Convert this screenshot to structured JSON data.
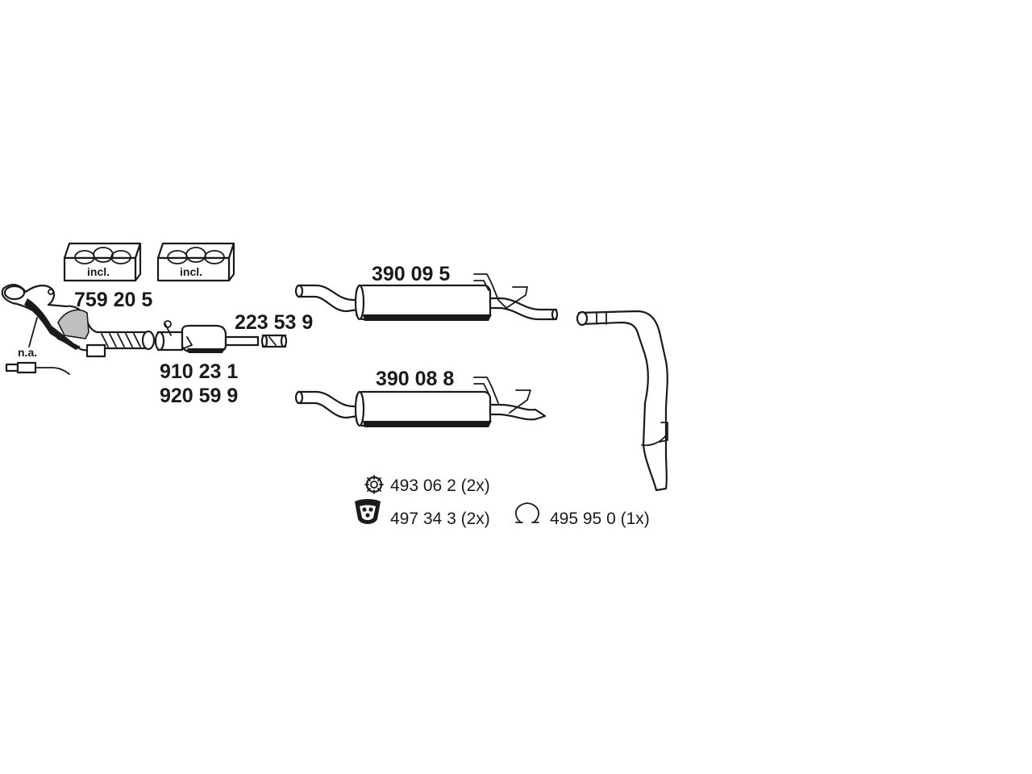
{
  "labels": {
    "catalytic_converter": "759 20 5",
    "not_available": "n.a.",
    "incl_box_1": "incl.",
    "incl_box_2": "incl.",
    "front_pipe_a": "910 23 1",
    "front_pipe_b": "920 59 9",
    "connector": "223 53 9",
    "rear_silencer_upper": "390 09 5",
    "rear_silencer_lower": "390 08 8"
  },
  "hardware": [
    {
      "icon": "star-nut-icon",
      "text": "493 06 2 (2x)"
    },
    {
      "icon": "rubber-mount-icon",
      "text": "497 34 3 (2x)"
    },
    {
      "icon": "clamp-ring-icon",
      "text": "495 95 0 (1x)"
    }
  ],
  "colors": {
    "line": "#1a1a1a",
    "fill": "#ffffff",
    "shade": "#bfbfbf"
  }
}
